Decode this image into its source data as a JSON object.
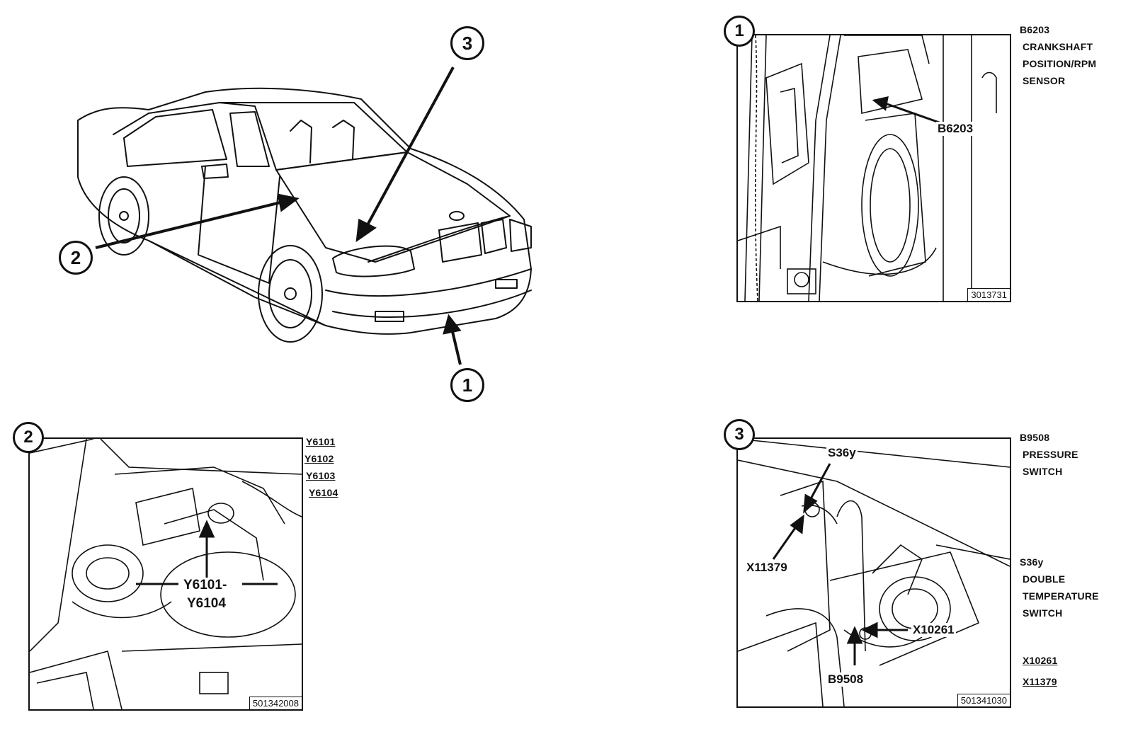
{
  "overview": {
    "callouts": [
      "3",
      "2",
      "1"
    ]
  },
  "panel1": {
    "callout": "1",
    "component_label": "B6203",
    "figure_id": "3013731",
    "legend": [
      "B6203",
      "CRANKSHAFT",
      "POSITION/RPM",
      "SENSOR"
    ]
  },
  "panel2": {
    "callout": "2",
    "component_label_line1": "Y6101-",
    "component_label_line2": "Y6104",
    "figure_id": "501342008",
    "legend": [
      "Y6101",
      "Y6102",
      "Y6103",
      "Y6104"
    ]
  },
  "panel3": {
    "callout": "3",
    "labels": {
      "s36y": "S36y",
      "x11379": "X11379",
      "x10261": "X10261",
      "b9508": "B9508"
    },
    "figure_id": "501341030",
    "legend_top": [
      "B9508",
      "PRESSURE",
      "SWITCH"
    ],
    "legend_mid": [
      "S36y",
      "DOUBLE",
      "TEMPERATURE",
      "SWITCH"
    ],
    "legend_bottom": [
      "X10261",
      "X11379"
    ]
  }
}
